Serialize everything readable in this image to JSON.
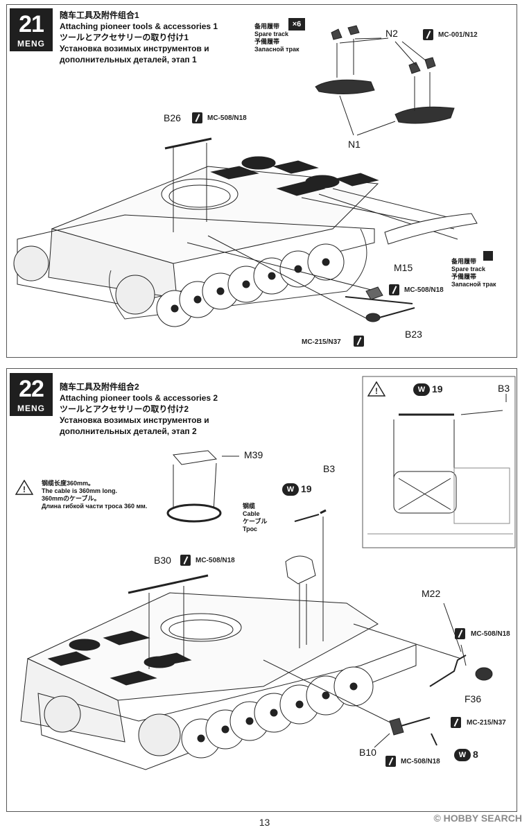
{
  "brand": "MENG",
  "page_number": "13",
  "watermark": "© HOBBY SEARCH",
  "step21": {
    "number": "21",
    "title_cn": "随车工具及附件组合1",
    "title_en": "Attaching pioneer tools & accessories 1",
    "title_jp": "ツールとアクセサリーの取り付け1",
    "title_ru1": "Установка возимых инструментов и",
    "title_ru2": "дополнительных деталей, этап 1",
    "spare_cn": "备用履带",
    "spare_count": "×6",
    "spare_en": "Spare track",
    "spare_jp": "予備履帯",
    "spare_ru": "Запасной трак",
    "labels": {
      "n2": "N2",
      "n1": "N1",
      "b26": "B26",
      "m15": "M15",
      "b23": "B23"
    },
    "codes": {
      "c1": "MC-001/N12",
      "c2": "MC-508/N18",
      "c3": "MC-508/N18",
      "c4": "MC-215/N37"
    }
  },
  "step22": {
    "number": "22",
    "title_cn": "随车工具及附件组合2",
    "title_en": "Attaching pioneer tools & accessories 2",
    "title_jp": "ツールとアクセサリーの取り付け2",
    "title_ru1": "Установка возимых инструментов и",
    "title_ru2": "дополнительных деталей, этап 2",
    "cable_note": [
      "钢缆长度360mm。",
      "The cable is 360mm long.",
      "360mmのケーブル。",
      "Длина гибкой части троса 360 мм."
    ],
    "cable_label": [
      "钢缆",
      "Cable",
      "ケーブル",
      "Трос"
    ],
    "labels": {
      "m39": "M39",
      "b3a": "B3",
      "b3b": "B3",
      "b30": "B30",
      "m22": "M22",
      "f36": "F36",
      "b10": "B10"
    },
    "w_labels": {
      "w1": "19",
      "w2": "19",
      "w3": "8"
    },
    "codes": {
      "c1": "MC-508/N18",
      "c2": "MC-508/N18",
      "c3": "MC-215/N37",
      "c4": "MC-508/N18"
    }
  }
}
